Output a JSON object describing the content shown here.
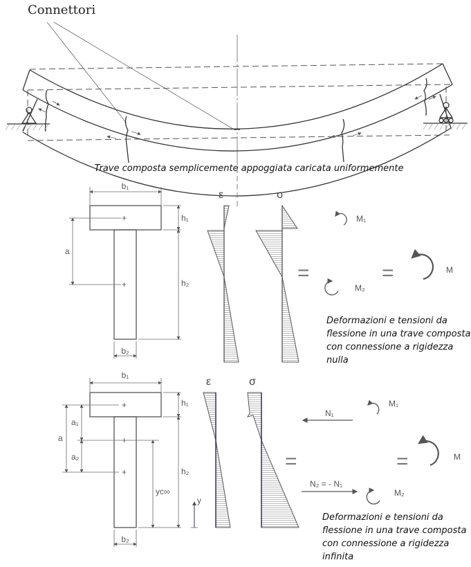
{
  "top_figure": {
    "label": "Connettori",
    "caption": "Trave composta semplicemente appoggiata caricata uniformemente"
  },
  "section_zero": {
    "b1": "b₁",
    "h1": "h₁",
    "h2": "h₂",
    "a": "a",
    "b2": "b₂",
    "epsilon": "ε",
    "sigma": "σ",
    "equals": "=",
    "M1": "M₁",
    "M2": "M₂",
    "M": "M",
    "caption": [
      "Deformazioni e tensioni da",
      "flessione in una trave composta",
      "con connessione a rigidezza",
      "nulla"
    ]
  },
  "section_infinite": {
    "b1": "b₁",
    "h1": "h₁",
    "h2": "h₂",
    "a": "a",
    "a1": "a₁",
    "a2": "a₂",
    "b2": "b₂",
    "yc": "yc∞",
    "y": "y",
    "epsilon": "ε",
    "sigma": "σ",
    "equals": "=",
    "N1": "N₁",
    "N2": "N₂ = - N₁",
    "M1": "M₁",
    "M2": "M₂",
    "M": "M",
    "caption": [
      "Deformazioni e tensioni da",
      "flessione in una trave composta",
      "con connessione a rigidezza",
      "infinita"
    ]
  }
}
